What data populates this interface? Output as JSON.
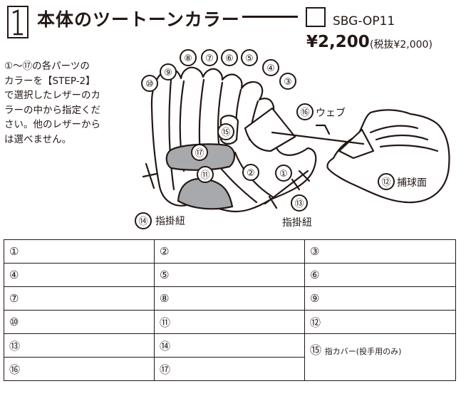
{
  "header": {
    "section_number": "1",
    "title": "本体のツートーンカラー",
    "code": "SBG-OP11",
    "price": "¥2,200",
    "price_note": "(税抜¥2,000)"
  },
  "description_lines": [
    "①〜⑰の各パーツの",
    "カラーを【STEP-2】",
    "で選択したレザーのカ",
    "ラーの中から指定くだ",
    "さい。他のレザーから",
    "は選べません。"
  ],
  "figure": {
    "part_numbers": [
      "①",
      "②",
      "③",
      "④",
      "⑤",
      "⑥",
      "⑦",
      "⑧",
      "⑨",
      "⑩",
      "⑪",
      "⑫",
      "⑬",
      "⑭",
      "⑮",
      "⑯",
      "⑰"
    ],
    "web_label": "ウェブ",
    "catch_face_label": "捕球面",
    "finger_lace_label_right": "指掛紐",
    "finger_lace_label_left": "指掛紐",
    "colors": {
      "shade": "#a7a9ac",
      "ink": "#231815"
    }
  },
  "parts_table": {
    "rows": [
      [
        "①",
        "②",
        "③"
      ],
      [
        "④",
        "⑤",
        "⑥"
      ],
      [
        "⑦",
        "⑧",
        "⑨"
      ],
      [
        "⑩",
        "⑪",
        "⑫"
      ],
      [
        "⑬",
        "⑭",
        "⑮"
      ],
      [
        "⑯",
        "⑰"
      ]
    ],
    "note_15": "指カバー(投手用のみ)"
  }
}
